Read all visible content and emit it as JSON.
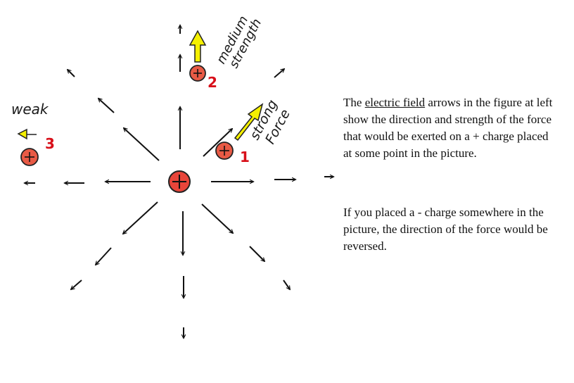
{
  "description": {
    "p1_before": "The",
    "p1_term": "electric field",
    "p1_after": "arrows in the figure at left show the direction and strength of the force that would be exerted on a + charge placed at some point in the picture.",
    "p2": "If you placed a - charge somewhere in the picture, the direction of the force would be reversed."
  },
  "source_charge": {
    "symbol": "+"
  },
  "test_charges": [
    {
      "id": "1",
      "symbol": "+",
      "label": "1",
      "force_label_line1": "strong",
      "force_label_line2": "Force"
    },
    {
      "id": "2",
      "symbol": "+",
      "label": "2",
      "force_label_line1": "medium",
      "force_label_line2": "strength"
    },
    {
      "id": "3",
      "symbol": "+",
      "label": "3",
      "force_label_line1": "weak"
    }
  ],
  "colors": {
    "field_arrow": "#111111",
    "force_arrow_fill": "#f5f000",
    "charge_fill": "#e85a45",
    "source_fill": "#e8453a",
    "label_number": "#d8101a"
  }
}
